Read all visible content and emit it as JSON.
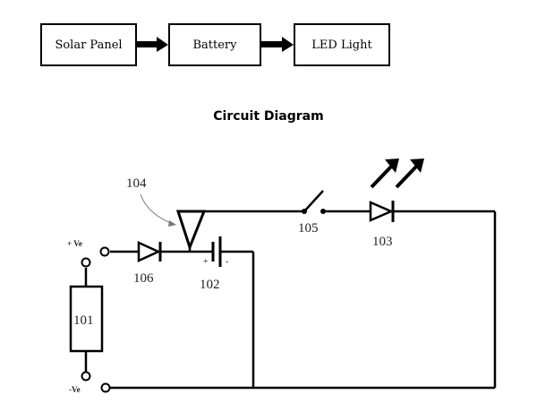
{
  "block_diagram": {
    "blocks": [
      "Solar Panel",
      "Battery",
      "LED Light"
    ]
  },
  "heading": "Circuit Diagram",
  "circuit": {
    "labels": {
      "pos_terminal": "+ Ve",
      "neg_terminal": "-Ve",
      "panel": "101",
      "battery": "102",
      "led": "103",
      "transistor": "104",
      "switch": "105",
      "diode": "106",
      "battery_plus": "+",
      "battery_minus": "-"
    }
  }
}
